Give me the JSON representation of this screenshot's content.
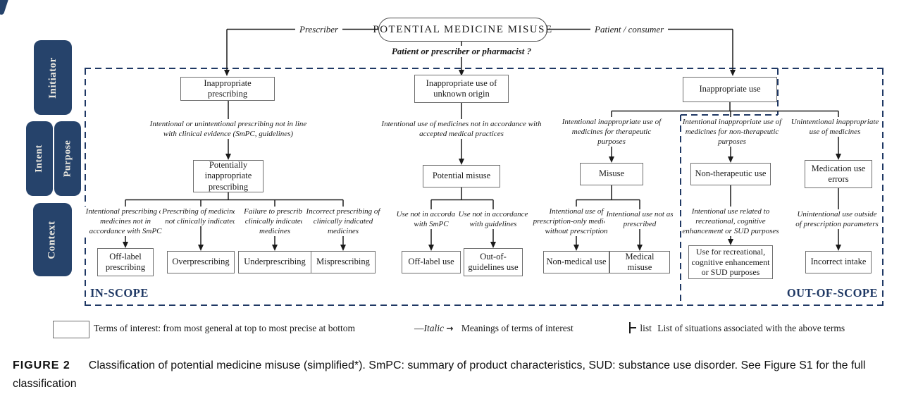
{
  "colors": {
    "navy_box": "#26436b",
    "navy_line": "#1f3864",
    "ink": "#1a1a1a"
  },
  "top": {
    "root_label": "POTENTIAL MEDICINE MISUSE",
    "left_branch": "Prescriber",
    "right_branch": "Patient / consumer",
    "question": "Patient or prescriber or pharmacist ?"
  },
  "sidebar": {
    "items": [
      {
        "label": "Initiator"
      },
      {
        "label": "Intent"
      },
      {
        "label": "Purpose"
      },
      {
        "label": "Context"
      }
    ]
  },
  "scope": {
    "in_label": "IN-SCOPE",
    "out_label": "OUT-OF-SCOPE"
  },
  "diagram": {
    "prescriber_branch": {
      "term": "Inappropriate prescribing",
      "meaning": "Intentional or unintentional prescribing not in line with clinical evidence (SmPC, guidelines)",
      "sub_term": "Potentially inappropriate prescribing",
      "children": [
        {
          "meaning": "Intentional prescribing of medicines not in accordance with SmPC",
          "term": "Off-label prescribing"
        },
        {
          "meaning": "Prescribing of medicines not clinically indicated",
          "term": "Overprescribing"
        },
        {
          "meaning": "Failure to prescribe clinically indicated medicines",
          "term": "Underprescribing"
        },
        {
          "meaning": "Incorrect prescribing of clinically indicated medicines",
          "term": "Misprescribing"
        }
      ]
    },
    "unknown_branch": {
      "term": "Inappropriate use of unknown origin",
      "meaning": "Intentional use of medicines not in accordance with accepted medical practices",
      "sub_term": "Potential misuse",
      "children": [
        {
          "meaning": "Use not in accordance with SmPC",
          "term": "Off-label use"
        },
        {
          "meaning": "Use not in accordance with guidelines",
          "term": "Out-of-guidelines use"
        }
      ]
    },
    "patient_branch": {
      "term": "Inappropriate use",
      "groups": [
        {
          "meaning": "Intentional inappropriate use of medicines for therapeutic purposes",
          "term": "Misuse",
          "children": [
            {
              "meaning": "Intentional use of prescription-only medicines without prescription",
              "term": "Non-medical use"
            },
            {
              "meaning": "Intentional use not as prescribed",
              "term": "Medical misuse"
            }
          ]
        },
        {
          "meaning": "Intentional inappropriate use of medicines for non-therapeutic purposes",
          "term": "Non-therapeutic use",
          "children": [
            {
              "meaning": "Intentional use related to recreational, cognitive enhancement or SUD purposes",
              "term": "Use for recreational, cognitive enhancement or SUD purposes"
            }
          ]
        },
        {
          "meaning": "Unintentional inappropriate use of medicines",
          "term": "Medication use errors",
          "children": [
            {
              "meaning": "Unintentional use outside of prescription parameters",
              "term": "Incorrect intake"
            }
          ]
        }
      ]
    }
  },
  "legend": {
    "box_label": "Terms of interest: from most general at top to most precise at bottom",
    "dash_icon": "—",
    "italic_word": "Italic",
    "arrow_icon": "→",
    "italic_label": "Meanings of terms of interest",
    "list_word": "list",
    "list_label": "List of situations associated with the above terms"
  },
  "caption": {
    "tag": "FIGURE 2",
    "text": "Classification of potential medicine misuse (simplified*). SmPC: summary of product characteristics, SUD: substance use disorder. See Figure S1 for the full classification"
  }
}
